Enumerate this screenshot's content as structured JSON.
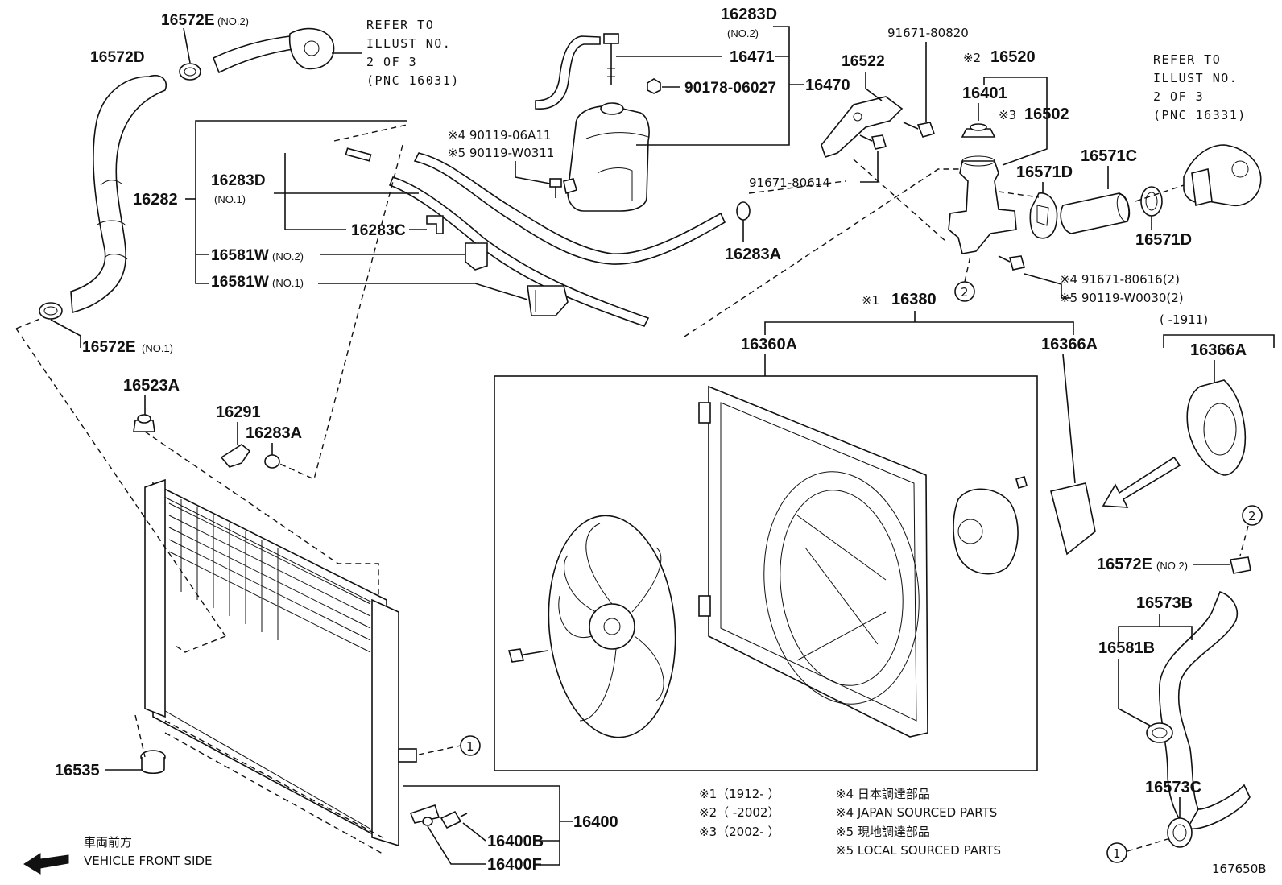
{
  "refer_left": {
    "line1": "REFER TO",
    "line2": "ILLUST NO.",
    "line3": "2 OF 3",
    "line4": "(PNC 16031)"
  },
  "refer_right": {
    "line1": "REFER TO",
    "line2": "ILLUST NO.",
    "line3": "2 OF 3",
    "line4": "(PNC 16331)"
  },
  "parts": {
    "p16572D": "16572D",
    "p16572E_no2_top": "16572E",
    "p16572E_no2_top_sub": "(NO.2)",
    "p16283D_no2": "16283D",
    "p16283D_no2_sub": "(NO.2)",
    "p16471": "16471",
    "p90178": "90178-06027",
    "p16470": "16470",
    "p91671_80820": "91671-80820",
    "p16522": "16522",
    "p16520": "16520",
    "p16520_mark": "※2",
    "p16401": "16401",
    "p16502": "16502",
    "p16502_mark": "※3",
    "p90119_06A11": "※4 90119-06A11",
    "p90119_W0311": "※5 90119-W0311",
    "p16282": "16282",
    "p16283D_no1": "16283D",
    "p16283D_no1_sub": "(NO.1)",
    "p16283C": "16283C",
    "p16581W_no2": "16581W",
    "p16581W_no2_sub": "(NO.2)",
    "p16581W_no1": "16581W",
    "p16581W_no1_sub": "(NO.1)",
    "p91671_80614": "91671-80614",
    "p16571D_a": "16571D",
    "p16571C": "16571C",
    "p16571D_b": "16571D",
    "p16283A_top": "16283A",
    "p91671_80616": "※4 91671-80616(2)",
    "p90119_W0030": "※5 90119-W0030(2)",
    "p16572E_no1": "16572E",
    "p16572E_no1_sub": "(NO.1)",
    "p16380": "16380",
    "p16380_mark": "※1",
    "p16360A": "16360A",
    "p16366A_a": "16366A",
    "p16366A_range": "(      -1911)",
    "p16366A_b": "16366A",
    "p16523A": "16523A",
    "p16291": "16291",
    "p16283A_mid": "16283A",
    "p16572E_no2_right": "16572E",
    "p16572E_no2_right_sub": "(NO.2)",
    "p16573B": "16573B",
    "p16581B": "16581B",
    "p16535": "16535",
    "p16573C": "16573C",
    "p16400": "16400",
    "p16400B": "16400B",
    "p16400F": "16400F"
  },
  "callouts": {
    "c1": "1",
    "c2": "2"
  },
  "notes": {
    "n1": "※1（1912-      ）",
    "n2": "※2（      -2002）",
    "n3": "※3（2002-      ）",
    "n4_jp": "※4 日本調達部品",
    "n4_en": "※4 JAPAN SOURCED PARTS",
    "n5_jp": "※5 現地調達部品",
    "n5_en": "※5 LOCAL SOURCED PARTS"
  },
  "vehicle_front": {
    "jp": "車両前方",
    "en": "VEHICLE FRONT SIDE"
  },
  "illustration_id": "167650B"
}
